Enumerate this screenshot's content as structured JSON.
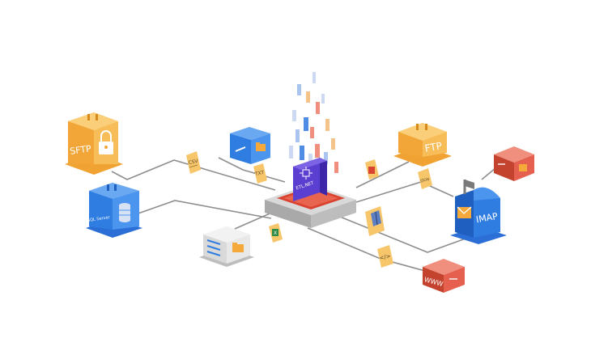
{
  "colors": {
    "line": "#8e8e8e",
    "orange": "#f5a93a",
    "orange_dark": "#d98a1f",
    "blue": "#2f7de1",
    "blue_dark": "#1e5fbf",
    "red": "#e5604e",
    "red_dark": "#c4432f",
    "grey": "#cfcfcf",
    "grey_dark": "#a9a9a9",
    "purple": "#5b3fd0"
  },
  "nodes": {
    "sftp": {
      "label": "SFTP",
      "icon": "lock-icon"
    },
    "sql_server": {
      "label": "SQL Server",
      "icon": "database-icon"
    },
    "file_server": {
      "label": "",
      "icon": "folder-icon"
    },
    "hub": {
      "label": "ETL.NET",
      "icon": "etl-chip-icon"
    },
    "folder_box": {
      "label": "",
      "icon": "folder-icon"
    },
    "ftp": {
      "label": "FTP"
    },
    "imap": {
      "label": "IMAP",
      "icon": "mailbox-icon"
    },
    "exchange": {
      "label": "",
      "icon": "exchange-icon"
    },
    "www": {
      "label": "WWW"
    }
  },
  "file_tags": {
    "csv": "CSV",
    "txt": "TXT",
    "pdf": "",
    "json": "JSON",
    "excel": "",
    "zip": "",
    "html": "</>"
  }
}
